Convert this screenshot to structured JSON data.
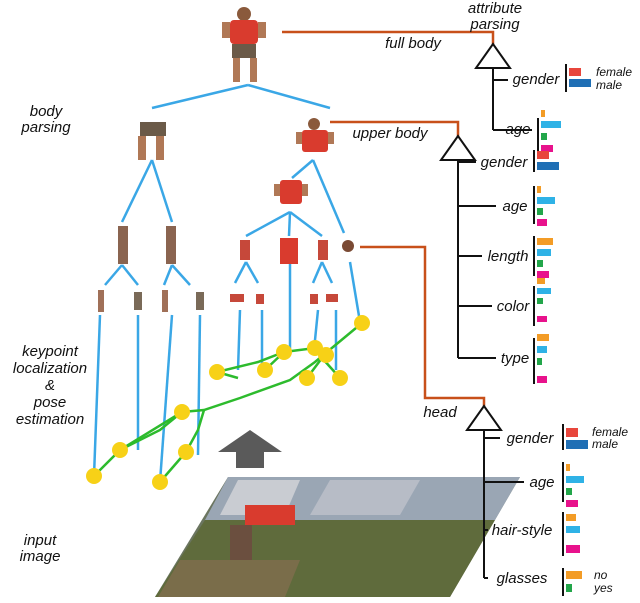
{
  "labels": {
    "attribute_parsing_1": "attribute",
    "attribute_parsing_2": "parsing",
    "body_parsing_1": "body",
    "body_parsing_2": "parsing",
    "keypoint_1": "keypoint",
    "keypoint_2": "localization",
    "keypoint_3": "&",
    "keypoint_4": "pose",
    "keypoint_5": "estimation",
    "input_1": "input",
    "input_2": "image",
    "full_body": "full body",
    "upper_body": "upper body",
    "head": "head"
  },
  "attribute_trees": {
    "full_body": [
      {
        "name": "gender",
        "legend": [
          "female",
          "male"
        ]
      },
      {
        "name": "age"
      }
    ],
    "upper_body": [
      {
        "name": "gender"
      },
      {
        "name": "age"
      },
      {
        "name": "length"
      },
      {
        "name": "color"
      },
      {
        "name": "type"
      }
    ],
    "head": [
      {
        "name": "gender",
        "legend": [
          "female",
          "male"
        ]
      },
      {
        "name": "age"
      },
      {
        "name": "hair-style"
      },
      {
        "name": "glasses",
        "legend": [
          "no",
          "yes"
        ]
      }
    ]
  },
  "colors": {
    "tree_lines": "#3aa7e6",
    "pose_lines": "#2dbb2d",
    "keypoints": "#f7d117",
    "attribute_links": "#c8501a",
    "arrow": "#5a5a5a",
    "bar_red": "#e8463c",
    "bar_blue": "#1f6fb5",
    "bar_orange": "#f39c26",
    "bar_cyan": "#2fb2e6",
    "bar_green": "#22a64a",
    "bar_magenta": "#e8128c"
  }
}
